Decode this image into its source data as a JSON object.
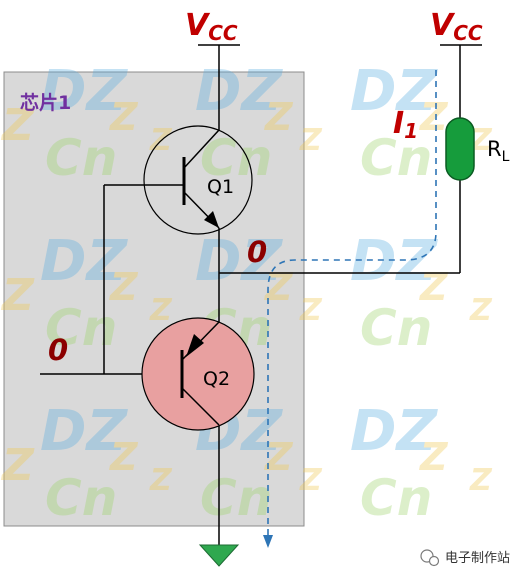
{
  "chip_label": "芯片1",
  "supply_left": {
    "main": "V",
    "sub": "CC"
  },
  "supply_right": {
    "main": "V",
    "sub": "CC"
  },
  "transistors": [
    {
      "label": "Q1",
      "type": "npn"
    },
    {
      "label": "Q2",
      "type": "pnp"
    }
  ],
  "load": {
    "main": "R",
    "sub": "L"
  },
  "current": {
    "main": "I",
    "sub": "1"
  },
  "logic_levels": {
    "input": "0",
    "output": "0"
  },
  "watermark": {
    "brand": "DZ",
    "suffix": "Cn",
    "letter": "Z"
  },
  "footer": {
    "credit": "电子制作站"
  },
  "colors": {
    "rail_label": "#c00000",
    "logic_label": "#8b0000",
    "load_fill": "#169c3c",
    "current_path": "#2e75b6",
    "ground_fill": "#2fa84f",
    "chip_fill": "#d9d9d9",
    "q2_fill": "#e8a0a0",
    "chip_label": "#7030a0"
  }
}
